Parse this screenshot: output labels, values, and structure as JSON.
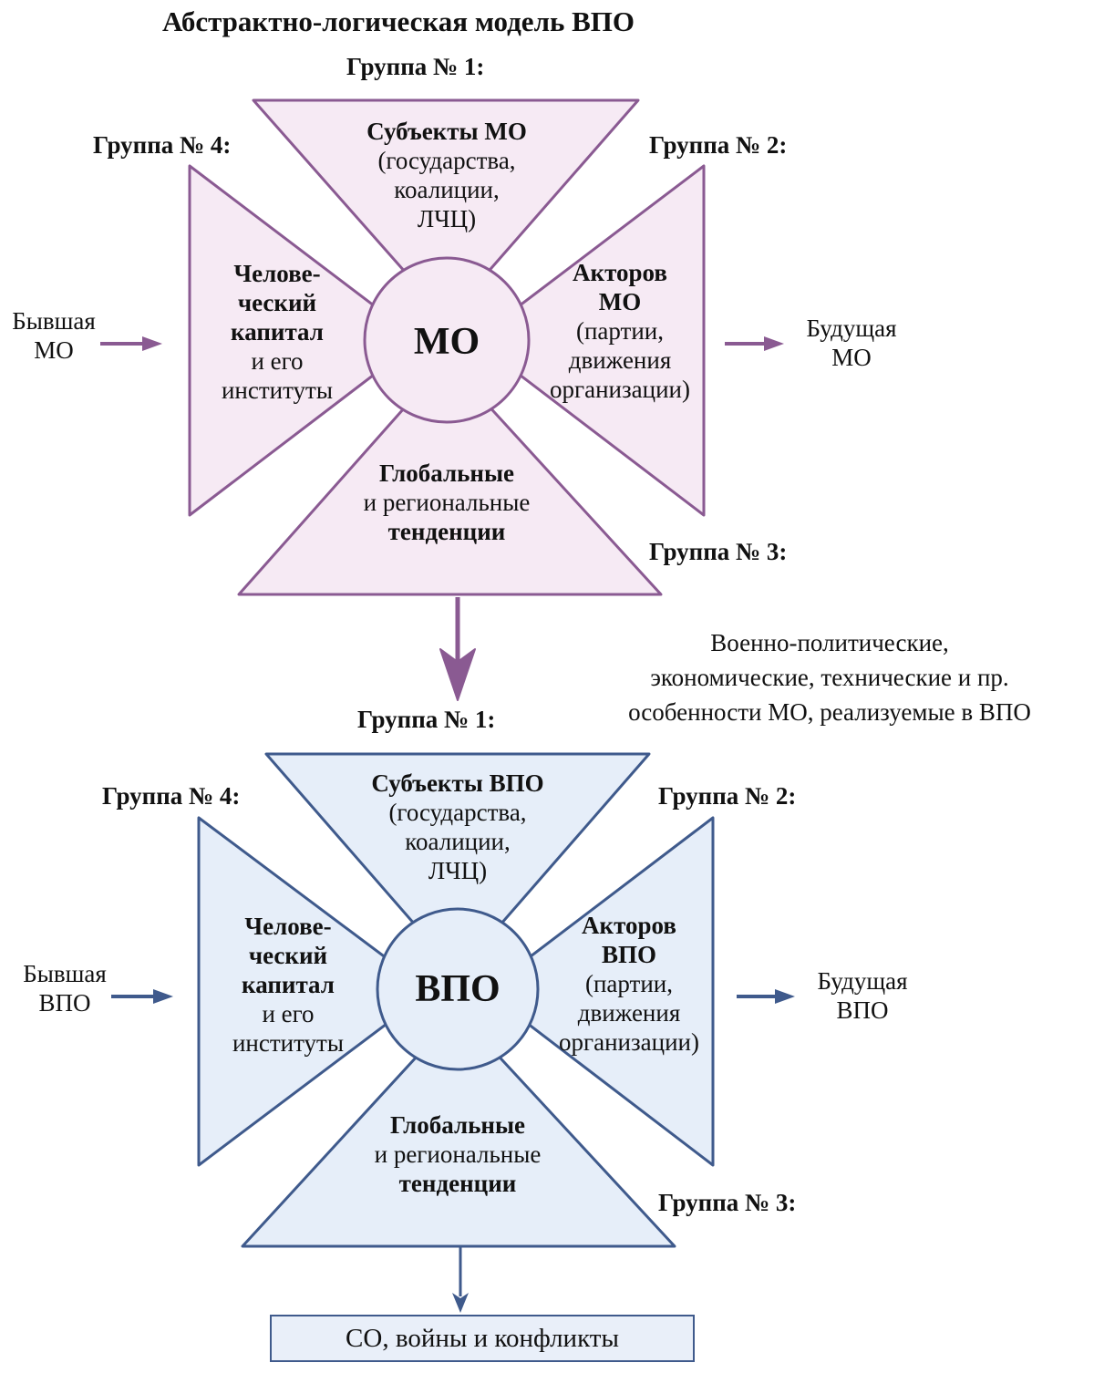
{
  "title": "Абстрактно-логическая модель ВПО",
  "colors": {
    "top_stroke": "#8a5a92",
    "top_fill": "#f6eaf4",
    "bottom_stroke": "#3f5a8c",
    "bottom_fill": "#e6eef9"
  },
  "top_model": {
    "center": "МО",
    "group1_label": "Группа № 1:",
    "group2_label": "Группа № 2:",
    "group3_label": "Группа № 3:",
    "group4_label": "Группа № 4:",
    "sector_top_bold": "Субъекты МО",
    "sector_top_l1": "(государства,",
    "sector_top_l2": "коалиции,",
    "sector_top_l3": "ЛЧЦ)",
    "sector_right_b1": "Акторов",
    "sector_right_b2": "МО",
    "sector_right_l1": "(партии,",
    "sector_right_l2": "движения",
    "sector_right_l3": "организации)",
    "sector_bottom_b1": "Глобальные",
    "sector_bottom_l1": "и региональные",
    "sector_bottom_b2": "тенденции",
    "sector_left_b1": "Челове-",
    "sector_left_b2": "ческий",
    "sector_left_b3": "капитал",
    "sector_left_l1": "и его",
    "sector_left_l2": "институты",
    "past_l1": "Бывшая",
    "past_l2": "МО",
    "future_l1": "Будущая",
    "future_l2": "МО"
  },
  "connector_text": {
    "l1": "Военно-политические,",
    "l2": "экономические, технические и пр.",
    "l3": "особенности МО, реализуемые в ВПО"
  },
  "bottom_model": {
    "center": "ВПО",
    "group1_label": "Группа № 1:",
    "group2_label": "Группа № 2:",
    "group3_label": "Группа № 3:",
    "group4_label": "Группа № 4:",
    "sector_top_bold": "Субъекты ВПО",
    "sector_top_l1": "(государства,",
    "sector_top_l2": "коалиции,",
    "sector_top_l3": "ЛЧЦ)",
    "sector_right_b1": "Акторов",
    "sector_right_b2": "ВПО",
    "sector_right_l1": "(партии,",
    "sector_right_l2": "движения",
    "sector_right_l3": "организации)",
    "sector_bottom_b1": "Глобальные",
    "sector_bottom_l1": "и региональные",
    "sector_bottom_b2": "тенденции",
    "sector_left_b1": "Челове-",
    "sector_left_b2": "ческий",
    "sector_left_b3": "капитал",
    "sector_left_l1": "и его",
    "sector_left_l2": "институты",
    "past_l1": "Бывшая",
    "past_l2": "ВПО",
    "future_l1": "Будущая",
    "future_l2": "ВПО"
  },
  "result": "СО, войны и конфликты"
}
